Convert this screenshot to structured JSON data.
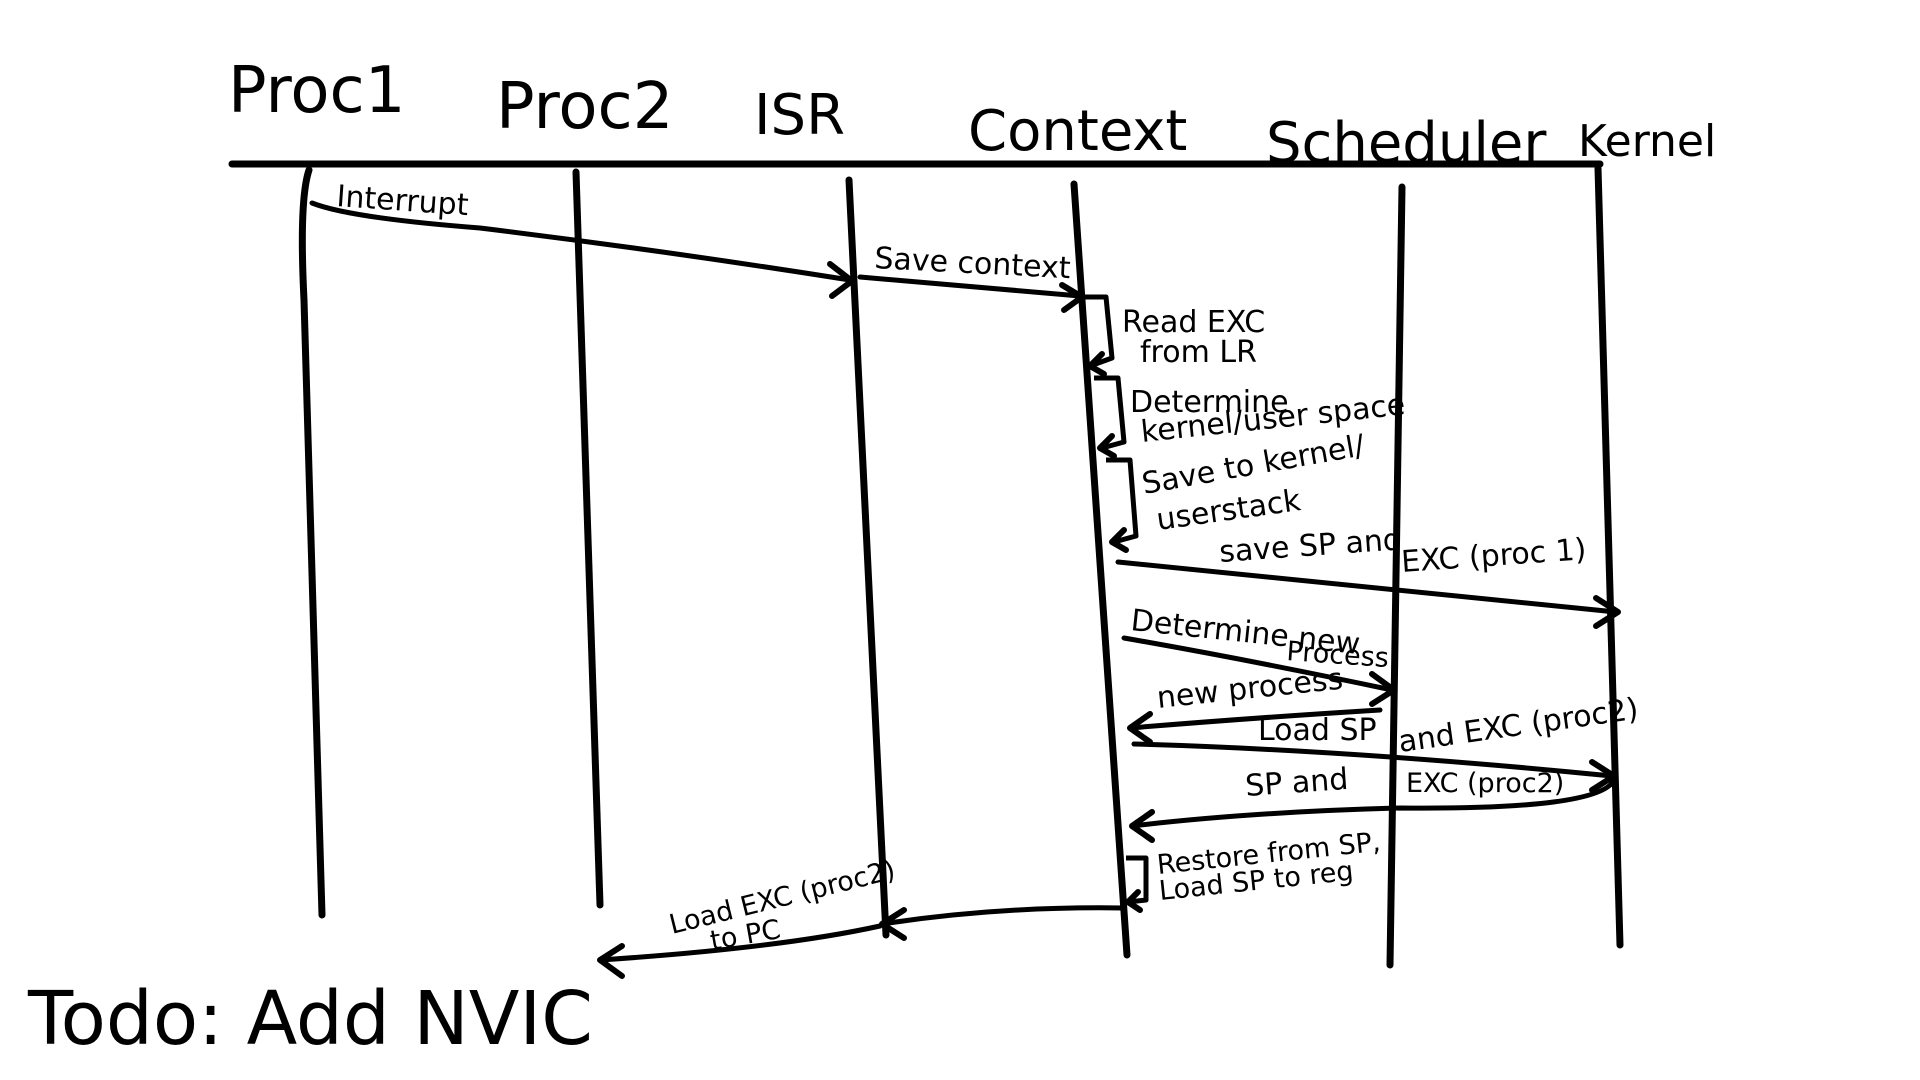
{
  "lanes": {
    "proc1": "Proc1",
    "proc2": "Proc2",
    "isr": "ISR",
    "context": "Context",
    "scheduler": "Scheduler",
    "kernel": "Kernel"
  },
  "messages": {
    "interrupt": "Interrupt",
    "save_context": "Save context",
    "read_exc_1": "Read EXC",
    "read_exc_2": "from LR",
    "determine_1": "Determine",
    "determine_2": "kernel/user space",
    "save_stack_1": "Save to kernel/",
    "save_stack_2": "userstack",
    "save_sp_a": "save SP and",
    "save_sp_b": "EXC (proc 1)",
    "determine_new_1": "Determine new",
    "determine_new_2": "Process",
    "new_process": "new process",
    "load_sp_a": "Load SP",
    "load_sp_b": "and EXC (proc2)",
    "sp_and_a": "SP and",
    "sp_and_b": "EXC (proc2)",
    "restore_1": "Restore from SP,",
    "restore_2": "Load SP to reg",
    "load_pc_1": "Load EXC (proc2)",
    "load_pc_2": "to PC"
  },
  "todo": "Todo: Add NVIC"
}
